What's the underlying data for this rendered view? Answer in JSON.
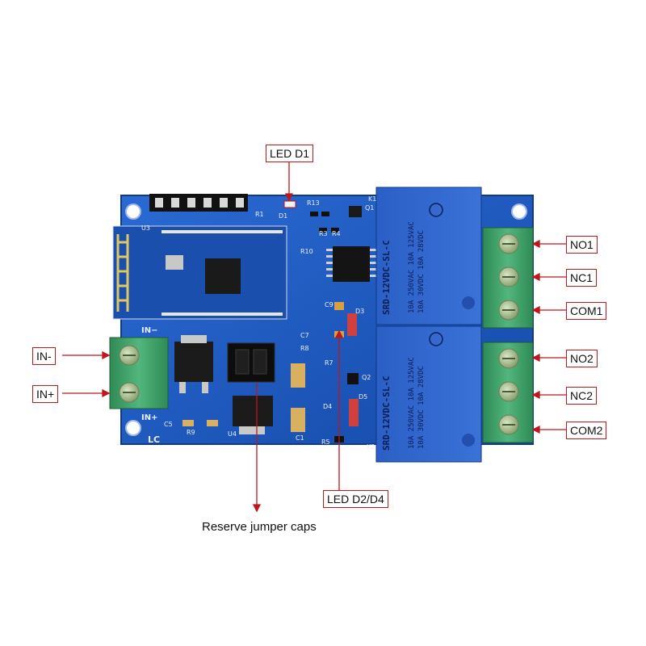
{
  "callouts": {
    "led_d1": "LED D1",
    "in_minus": "IN-",
    "in_plus": "IN+",
    "no1": "NO1",
    "nc1": "NC1",
    "com1": "COM1",
    "no2": "NO2",
    "nc2": "NC2",
    "com2": "COM2",
    "led_d2_d4": "LED D2/D4"
  },
  "caption": "Reserve jumper caps",
  "board": {
    "silkscreen": {
      "u3": "U3",
      "r1": "R1",
      "d1": "D1",
      "r13": "R13",
      "k1": "K1",
      "q1": "Q1",
      "r3": "R3",
      "r4": "R4",
      "r10": "R10",
      "c9": "C9",
      "d3": "D3",
      "c7": "C7",
      "r8": "R8",
      "r7": "R7",
      "q2": "Q2",
      "d4": "D4",
      "d5": "D5",
      "r5": "R5",
      "k2": "K2",
      "in_minus": "IN−",
      "in_plus": "IN+",
      "c5": "C5",
      "r9": "R9",
      "u4": "U4",
      "c1": "C1",
      "logo": "LC"
    },
    "relay_label": {
      "line1": "10A 250VAC 10A 125VAC",
      "line2": "10A 30VDC 10A 28VDC",
      "model": "SRD-12VDC-SL-C"
    }
  },
  "colors": {
    "pcb": "#1f5cc4",
    "relay": "#2e63c9",
    "terminal": "#3fa26a",
    "callout_border": "#c0161c",
    "leader": "#c0161c"
  }
}
